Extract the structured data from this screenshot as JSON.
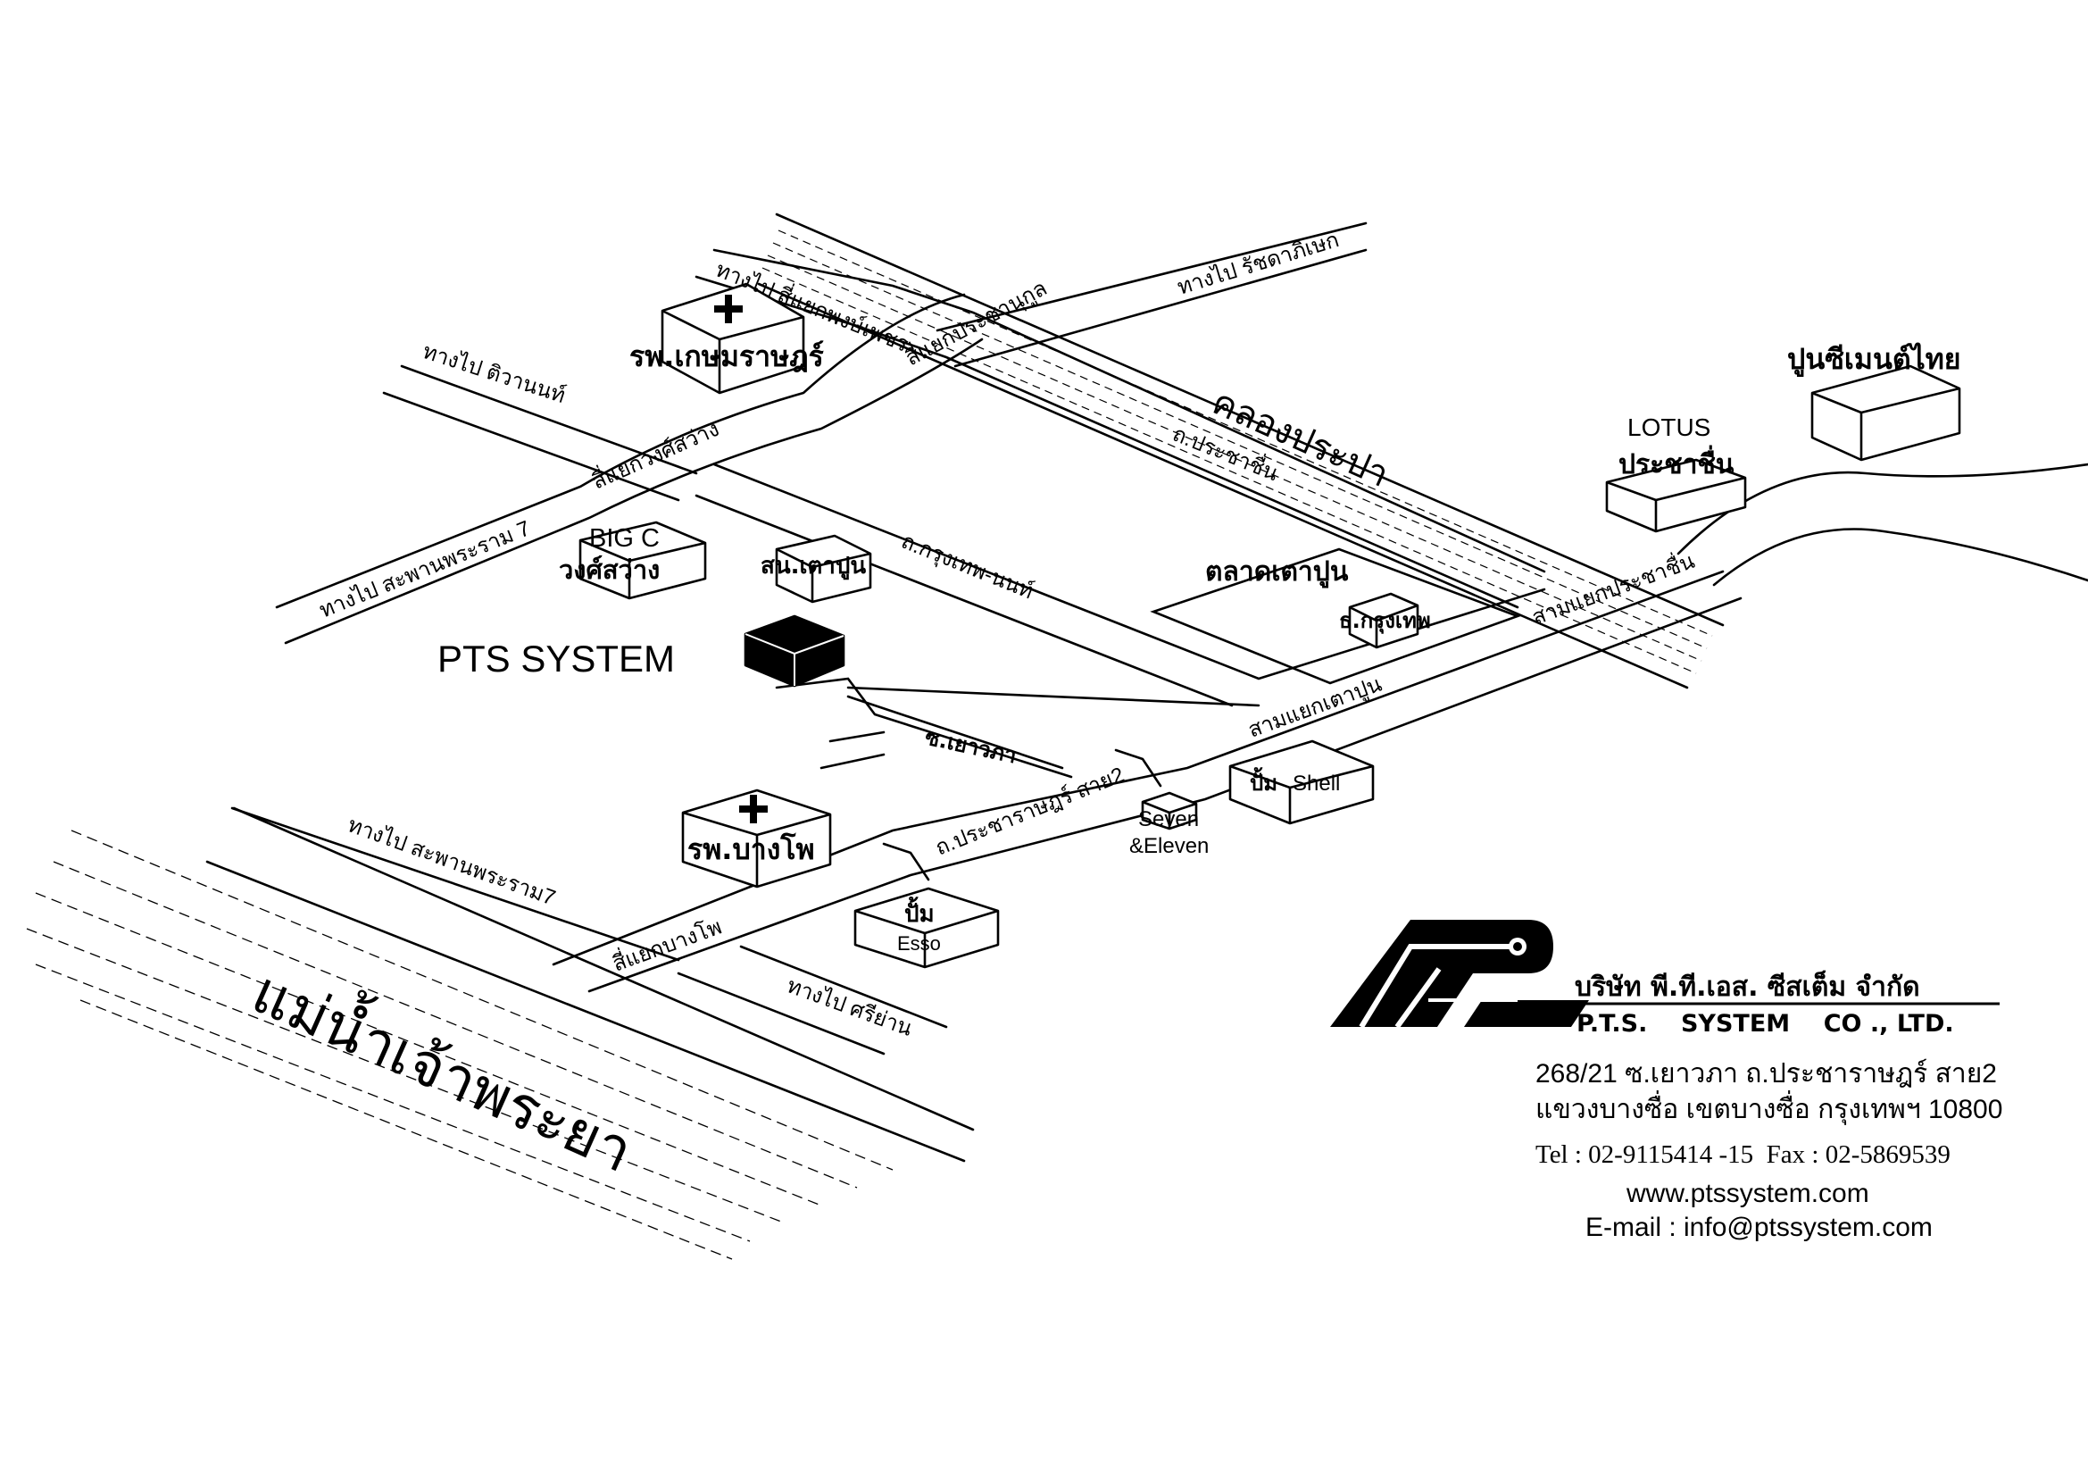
{
  "map": {
    "labels": {
      "to_phong_phet": "ทางไป สี่แยกพงษ์เพชร",
      "to_ratchada": "ทางไป รัชดาภิเษก",
      "to_tiwanon": "ทางไป ติวานนท์",
      "to_rama7_bridge_top": "ทางไป สะพานพระราม 7",
      "to_rama7_bridge_bottom": "ทางไป สะพานพระราม7",
      "to_sriyan": "ทางไป ศรีย่าน",
      "junction_prachanukul": "สี่แยกประชานุกูล",
      "junction_wong_sawang": "สี่แยกวงศ์สว่าง",
      "junction_bang_pho": "สี่แยกบางโพ",
      "junction_prachachuen": "สามแยกประชาชื่น",
      "junction_tao_pun": "สามแยกเตาปูน",
      "road_prachachuen": "ถ.ประชาชื่น",
      "road_krungthep_nonthaburi": "ถ.กรุงเทพ-นนท์",
      "road_pracharat_sai2": "ถ.ประชาราษฎร์ สาย2",
      "soi_yaowapha": "ซ.เยาวภา",
      "canal": "คลองประปา",
      "river": "แม่น้ำเจ้าพระยา"
    },
    "landmarks": {
      "kasemrad": "รพ.เกษมราษฎร์",
      "bigc_line1": "BIG C",
      "bigc_line2": "วงศ์สว่าง",
      "school": "สน.เตาปูน",
      "pts": "PTS SYSTEM",
      "market": "ตลาดเตาปูน",
      "bank": "ธ.กรุงเทพ",
      "lotus_line1": "LOTUS",
      "lotus_line2": "ประชาชื่น",
      "cement": "ปูนซีเมนต์ไทย",
      "shell_line1": "ปั้ม",
      "shell_line2": "Shell",
      "seven_line1": "Seven",
      "seven_line2": "&Eleven",
      "bangpho_hospital": "รพ.บางโพ",
      "esso_line1": "ปั้ม",
      "esso_line2": "Esso"
    }
  },
  "company": {
    "name_th": "บริษัท พี.ที.เอส. ซีสเต็ม จำกัด",
    "name_en": "P.T.S.    SYSTEM    CO ., LTD.",
    "address_line1": "268/21 ซ.เยาวภา ถ.ประชาราษฎร์ สาย2",
    "address_line2": "แขวงบางซื่อ เขตบางซื่อ กรุงเทพฯ 10800",
    "phone": "Tel : 02-9115414 -15  Fax : 02-5869539",
    "website": "www.ptssystem.com",
    "email": "E-mail : info@ptssystem.com"
  },
  "colors": {
    "ink": "#000000",
    "paper": "#ffffff"
  }
}
